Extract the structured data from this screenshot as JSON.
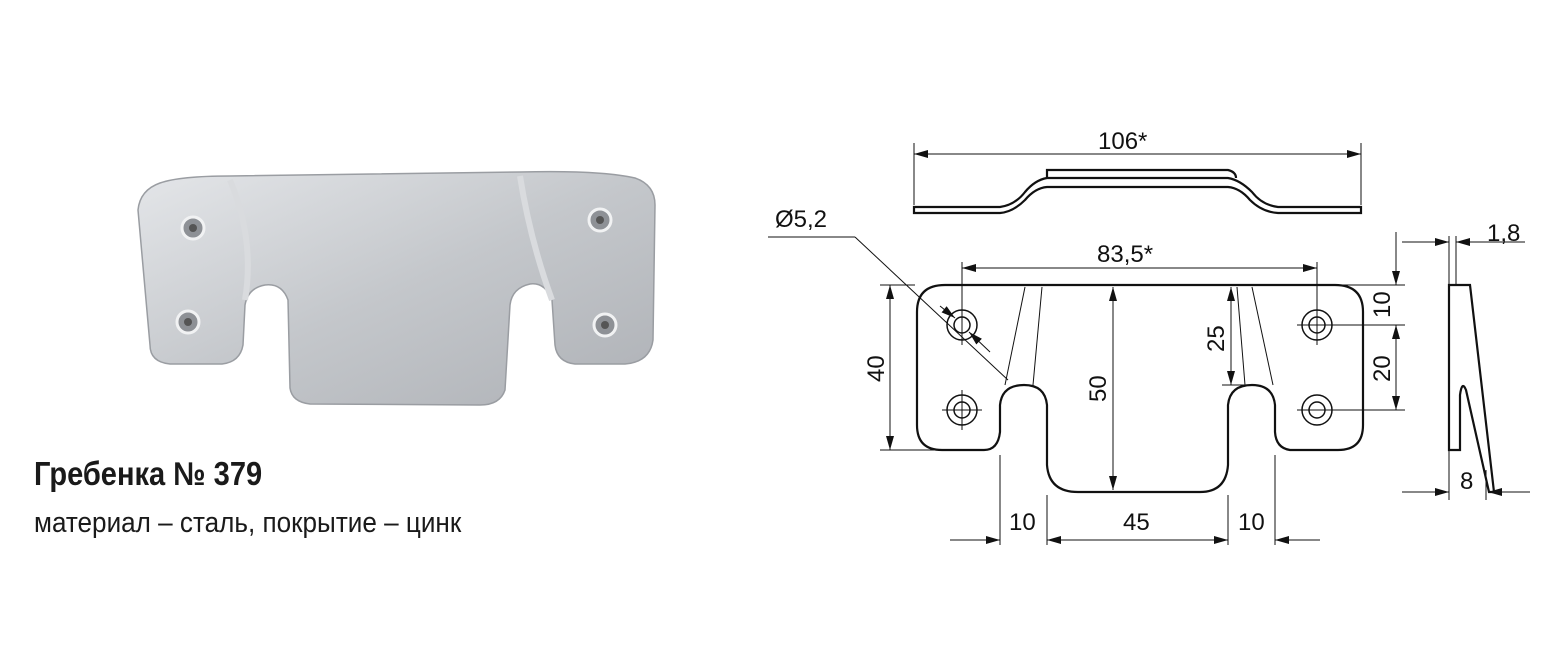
{
  "product": {
    "title": "Гребенка № 379",
    "description": "материал – сталь, покрытие – цинк"
  },
  "drawing": {
    "dimensions": {
      "overall_length": "106*",
      "hole_spacing": "83,5*",
      "hole_diameter": "Ø5,2",
      "thickness": "1,8",
      "height": "40",
      "tongue_length": "50",
      "slot_depth": "25",
      "hole_top_offset": "10",
      "hole_vertical_spacing": "20",
      "slot_width_left": "10",
      "tongue_width": "45",
      "slot_width_right": "10",
      "side_offset": "8"
    }
  },
  "colors": {
    "line": "#111111",
    "metal": "#c9ccd0"
  }
}
